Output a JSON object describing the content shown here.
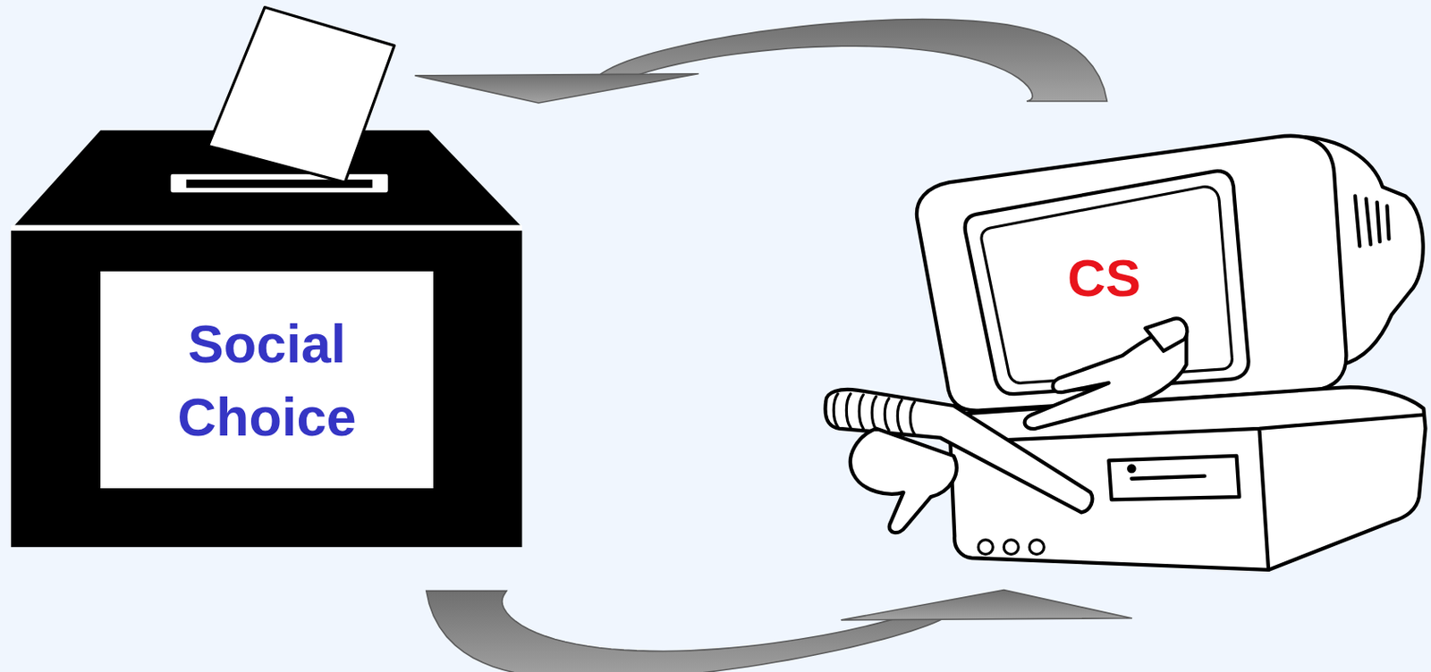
{
  "diagram": {
    "nodes": [
      {
        "text": [
          "Social Choice"
        ]
      },
      {
        "text": [
          "CS"
        ]
      }
    ],
    "edges": [
      {
        "from": 1,
        "to": 0,
        "arrow": "to"
      },
      {
        "from": 0,
        "to": 1,
        "arrow": "to"
      }
    ]
  }
}
